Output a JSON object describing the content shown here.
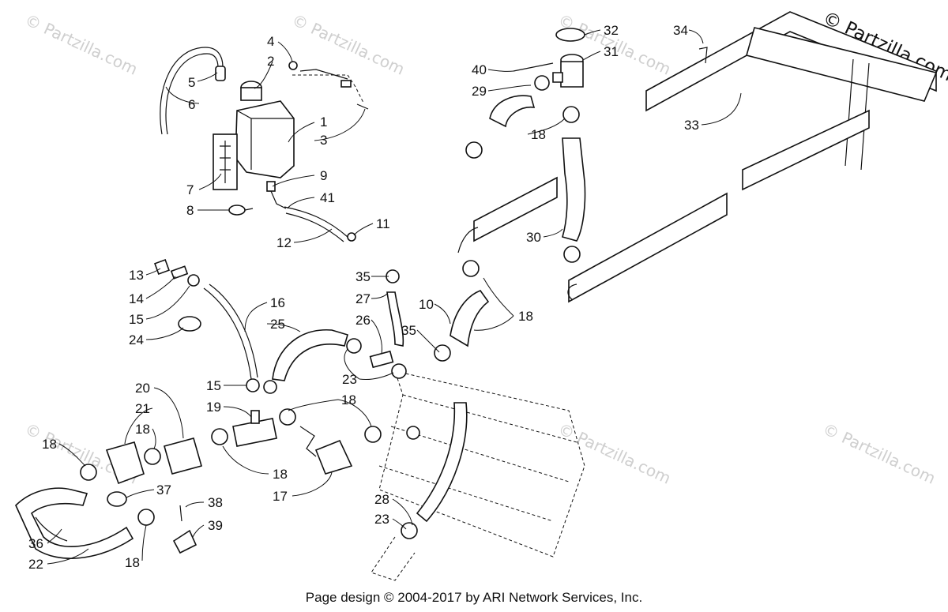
{
  "copyright": "© Partzilla.com",
  "watermark": "© Partzilla.com",
  "footer": "Page design © 2004-2017 by ARI Network Services, Inc.",
  "callouts": [
    {
      "id": "c4",
      "text": "4"
    },
    {
      "id": "c2",
      "text": "2"
    },
    {
      "id": "c5",
      "text": "5"
    },
    {
      "id": "c6",
      "text": "6"
    },
    {
      "id": "c1",
      "text": "1"
    },
    {
      "id": "c3",
      "text": "3"
    },
    {
      "id": "c7",
      "text": "7"
    },
    {
      "id": "c9",
      "text": "9"
    },
    {
      "id": "c41",
      "text": "41"
    },
    {
      "id": "c8",
      "text": "8"
    },
    {
      "id": "c11",
      "text": "11"
    },
    {
      "id": "c12",
      "text": "12"
    },
    {
      "id": "c32",
      "text": "32"
    },
    {
      "id": "c31",
      "text": "31"
    },
    {
      "id": "c40",
      "text": "40"
    },
    {
      "id": "c29",
      "text": "29"
    },
    {
      "id": "c18a",
      "text": "18"
    },
    {
      "id": "c34",
      "text": "34"
    },
    {
      "id": "c33",
      "text": "33"
    },
    {
      "id": "c30",
      "text": "30"
    },
    {
      "id": "c13",
      "text": "13"
    },
    {
      "id": "c14",
      "text": "14"
    },
    {
      "id": "c15a",
      "text": "15"
    },
    {
      "id": "c24",
      "text": "24"
    },
    {
      "id": "c16",
      "text": "16"
    },
    {
      "id": "c25",
      "text": "25"
    },
    {
      "id": "c35a",
      "text": "35"
    },
    {
      "id": "c27",
      "text": "27"
    },
    {
      "id": "c26",
      "text": "26"
    },
    {
      "id": "c35b",
      "text": "35"
    },
    {
      "id": "c10",
      "text": "10"
    },
    {
      "id": "c18b",
      "text": "18"
    },
    {
      "id": "c23a",
      "text": "23"
    },
    {
      "id": "c15b",
      "text": "15"
    },
    {
      "id": "c19",
      "text": "19"
    },
    {
      "id": "c20",
      "text": "20"
    },
    {
      "id": "c21",
      "text": "21"
    },
    {
      "id": "c18c",
      "text": "18"
    },
    {
      "id": "c18d",
      "text": "18"
    },
    {
      "id": "c18e",
      "text": "18"
    },
    {
      "id": "c18f",
      "text": "18"
    },
    {
      "id": "c17",
      "text": "17"
    },
    {
      "id": "c37",
      "text": "37"
    },
    {
      "id": "c38",
      "text": "38"
    },
    {
      "id": "c39",
      "text": "39"
    },
    {
      "id": "c36",
      "text": "36"
    },
    {
      "id": "c22",
      "text": "22"
    },
    {
      "id": "c18g",
      "text": "18"
    },
    {
      "id": "c28",
      "text": "28"
    },
    {
      "id": "c23b",
      "text": "23"
    }
  ]
}
